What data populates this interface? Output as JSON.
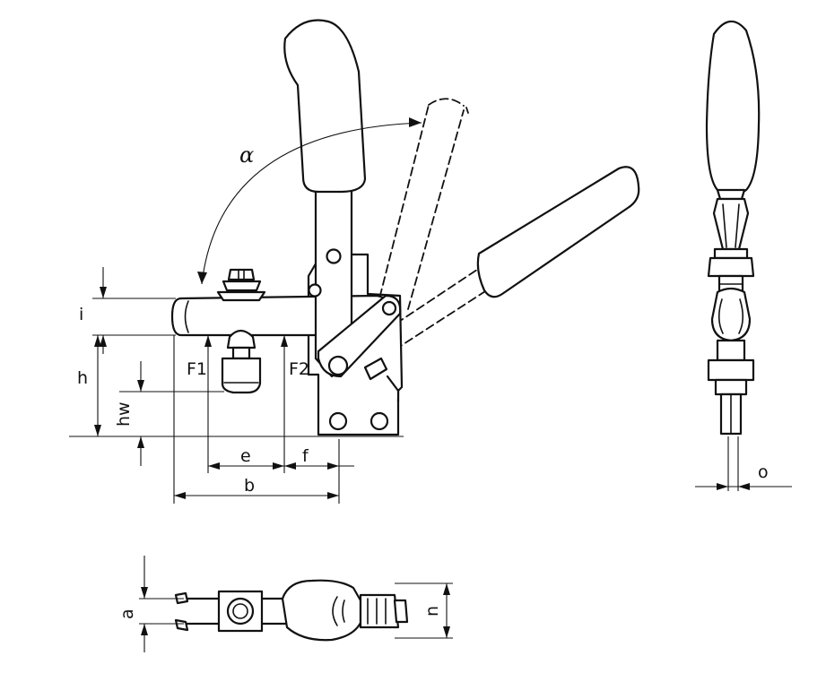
{
  "labels": {
    "alpha": "α",
    "i": "i",
    "h": "h",
    "hw": "hw",
    "F1": "F1",
    "F2": "F2",
    "e": "e",
    "f": "f",
    "b": "b",
    "o": "o",
    "a": "a",
    "n": "n"
  },
  "colors": {
    "line": "#111111",
    "background": "#ffffff"
  }
}
